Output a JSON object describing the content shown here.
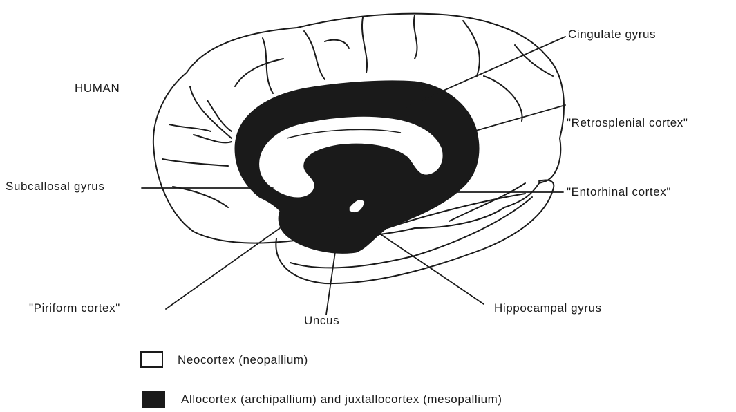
{
  "species_label": "HUMAN",
  "labels": {
    "cingulate": "Cingulate gyrus",
    "retrosplenial": "\"Retrosplenial cortex\"",
    "subcallosal": "Subcallosal gyrus",
    "entorhinal": "\"Entorhinal cortex\"",
    "piriform": "\"Piriform cortex\"",
    "uncus": "Uncus",
    "hippocampal": "Hippocampal gyrus"
  },
  "legend": [
    {
      "swatch": "open",
      "text": "Neocortex (neopallium)"
    },
    {
      "swatch": "filled",
      "text": "Allocortex (archipallium) and juxtallocortex (mesopallium)"
    }
  ],
  "colors": {
    "ink": "#1a1a1a",
    "paper": "#ffffff"
  }
}
